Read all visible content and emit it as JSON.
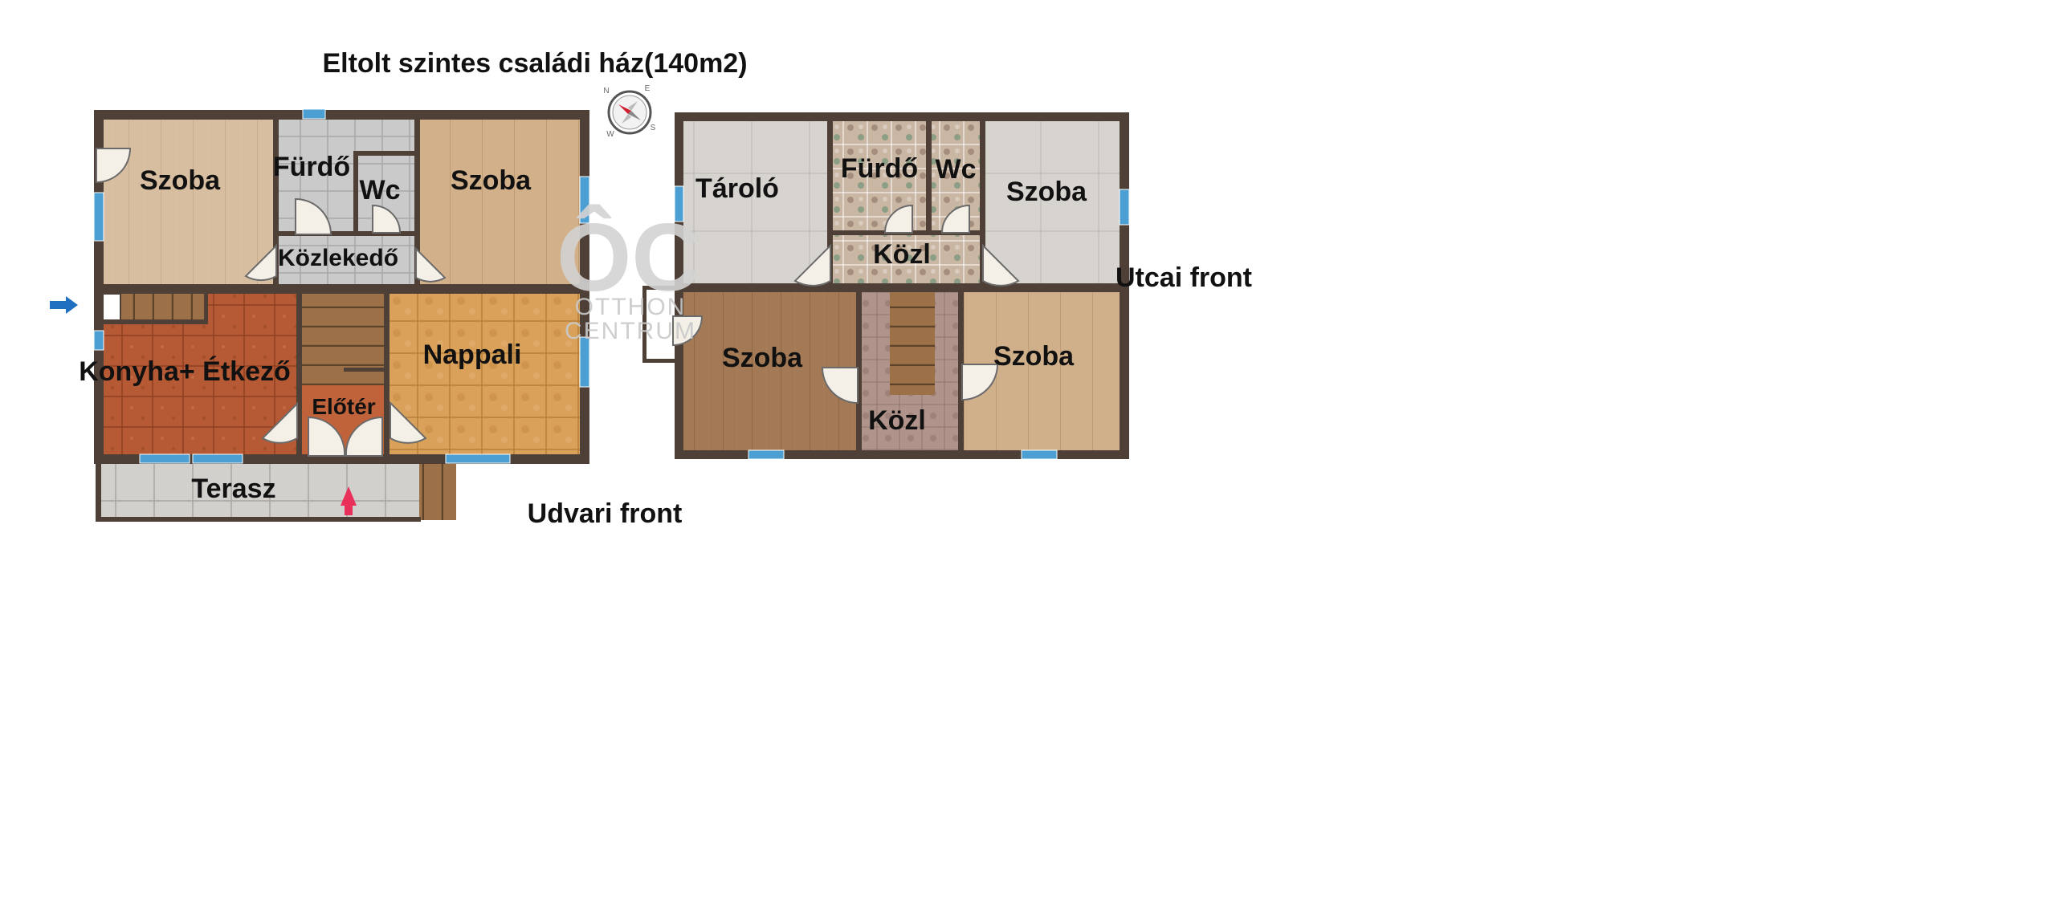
{
  "title": "Eltolt szintes családi ház(140m2)",
  "fronts": {
    "courtyard": "Udvari front",
    "street": "Utcai front"
  },
  "compass": {
    "n": "N",
    "e": "E",
    "s": "S",
    "w": "W"
  },
  "watermark": {
    "logo": "ÔC",
    "line1": "OTTHON",
    "line2": "CENTRUM"
  },
  "colors": {
    "wall": "#4f4037",
    "window": "#4b9fd2",
    "arrow_entry": "#e8305a",
    "arrow_side": "#1e6fc0"
  },
  "ground_floor": {
    "rooms": [
      {
        "id": "szoba-1",
        "label": "Szoba"
      },
      {
        "id": "furdo",
        "label": "Fürdő"
      },
      {
        "id": "wc",
        "label": "Wc"
      },
      {
        "id": "szoba-2",
        "label": "Szoba"
      },
      {
        "id": "kozlekedo",
        "label": "Közlekedő"
      },
      {
        "id": "konyha",
        "label": "Konyha+ Étkező"
      },
      {
        "id": "eloter",
        "label": "Előtér"
      },
      {
        "id": "nappali",
        "label": "Nappali"
      },
      {
        "id": "terasz",
        "label": "Terasz"
      }
    ]
  },
  "upper_floor": {
    "rooms": [
      {
        "id": "tarolo",
        "label": "Tároló"
      },
      {
        "id": "furdo",
        "label": "Fürdő"
      },
      {
        "id": "wc",
        "label": "Wc"
      },
      {
        "id": "szoba-1",
        "label": "Szoba"
      },
      {
        "id": "kozl-1",
        "label": "Közl"
      },
      {
        "id": "szoba-2",
        "label": "Szoba"
      },
      {
        "id": "kozl-2",
        "label": "Közl"
      },
      {
        "id": "szoba-3",
        "label": "Szoba"
      }
    ]
  }
}
